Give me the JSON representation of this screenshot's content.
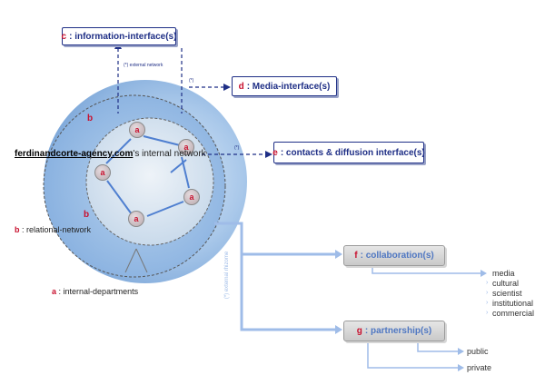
{
  "interfaces": {
    "c": {
      "key": "c",
      "label": ": information-interface(s)"
    },
    "d": {
      "key": "d",
      "label": ": Media-interface(s)"
    },
    "e": {
      "key": "e",
      "label": ": contacts & diffusion interface(s)"
    },
    "f": {
      "key": "f",
      "label": ": collaboration(s)"
    },
    "g": {
      "key": "g",
      "label": ": partnership(s)"
    }
  },
  "network": {
    "agency_name": "ferdinandcorte-agency.com",
    "internal_suffix": "'s internal network",
    "relational_key": "b",
    "relational_label": ": relational-network",
    "departments_key": "a",
    "departments_label": ": internal-departments",
    "node_letter": "a",
    "zone_letter": "b"
  },
  "annotations": {
    "external_network": "(*) external network",
    "star": "(*)",
    "external_rhizome": "(*) external rhizome"
  },
  "collaboration_items": [
    "media",
    "cultural",
    "scientist",
    "institutional",
    "commercial"
  ],
  "partnership_items": [
    "public",
    "private"
  ],
  "colors": {
    "navy": "#1f2f86",
    "key_red": "#c8102e",
    "light_blue": "#9fbce8"
  }
}
